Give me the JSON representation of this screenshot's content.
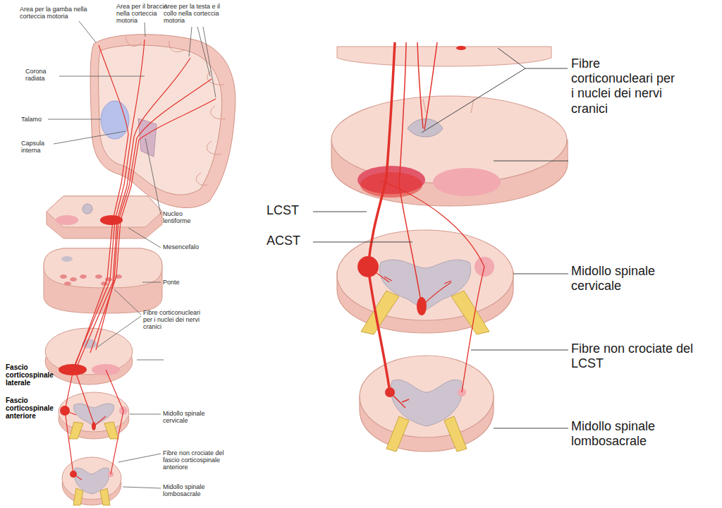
{
  "diagram": {
    "labels": [
      "Area per la gamba nella corteccia motoria",
      "Area per il braccio nella corteccia motoria",
      "Aree per la testa e il collo nella corteccia motoria",
      "Corona radiata",
      "Talamo",
      "Capsula interna",
      "Nucleo lentiforme",
      "Mesencefalo",
      "Ponte",
      "Fibre corticonucleari per i nuclei dei nervi cranici",
      "Fascio corticospinale laterale",
      "Fascio corticospinale anteriore",
      "Midollo spinale cervicale",
      "Fibre non crociate del fascio corticospinale anteriore",
      "Midollo spinale lombosacrale",
      "Fibre corticonucleari per i nuclei dei nervi cranici",
      "LCST",
      "ACST",
      "Midollo spinale cervicale",
      "Fibre non crociate del LCST",
      "Midollo spinale lombosacrale"
    ]
  }
}
